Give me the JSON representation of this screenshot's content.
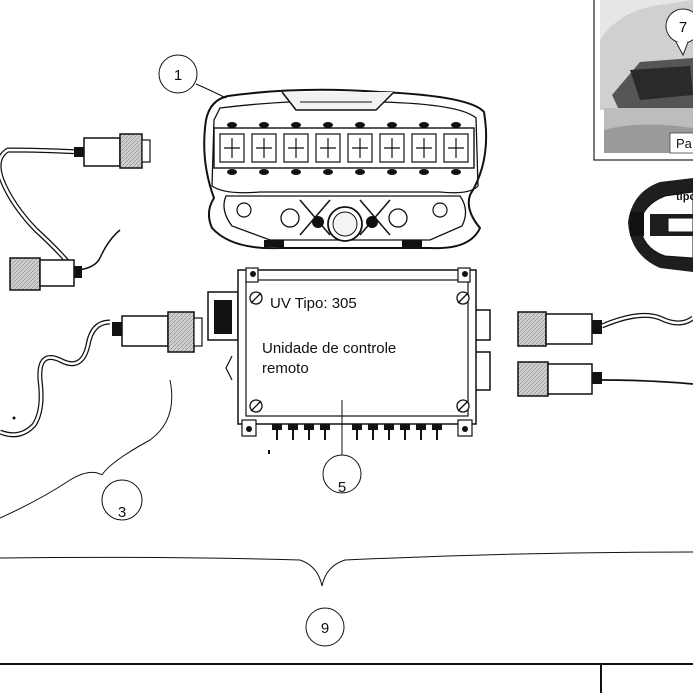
{
  "callouts": {
    "c1": "1",
    "c3": "3",
    "c5": "5",
    "c7": "7",
    "c9": "9"
  },
  "control_unit": {
    "type_label": "UV Tipo: 305",
    "description_line1": "Unidade de controle",
    "description_line2": "remoto"
  },
  "photo_inset": {
    "caption_fragment": "Pa"
  },
  "receiver": {
    "label_fragment": "tipo"
  }
}
